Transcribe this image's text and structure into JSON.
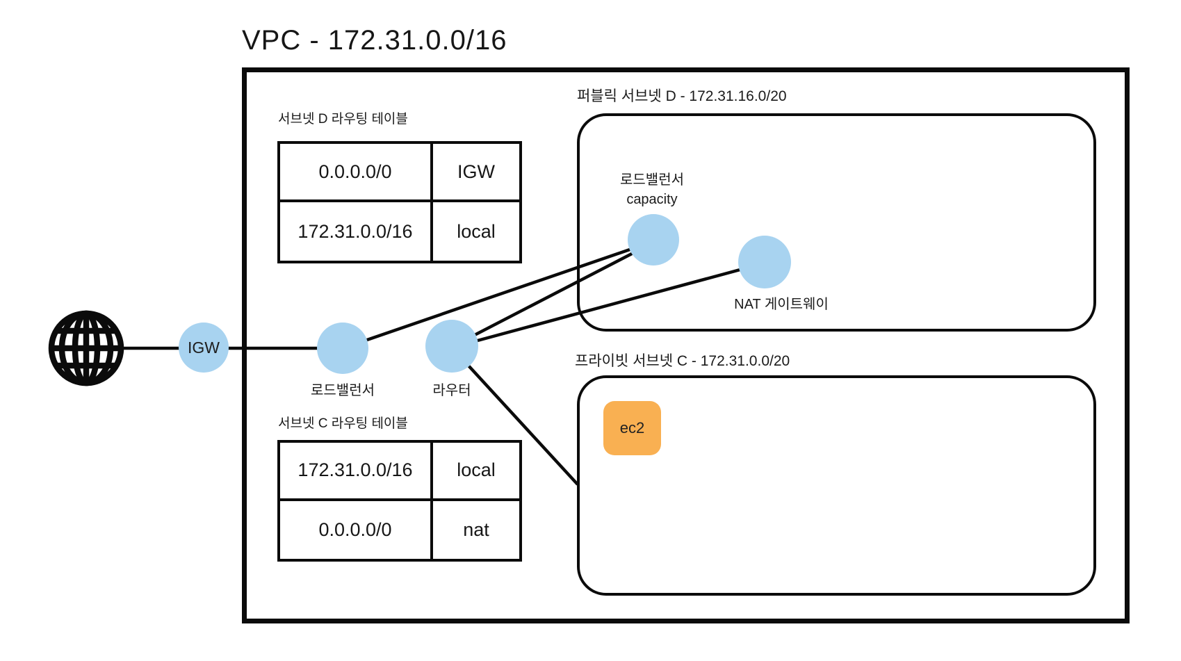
{
  "diagram": {
    "title": "VPC - 172.31.0.0/16",
    "colors": {
      "node_blue": "#A8D3F0",
      "ec2_orange": "#F9B052",
      "line_black": "#0B0B0B"
    },
    "subnets": {
      "public": {
        "label": "퍼블릭 서브넷 D - 172.31.16.0/20"
      },
      "private": {
        "label": "프라이빗 서브넷 C - 172.31.0.0/20"
      }
    },
    "route_tables": {
      "d": {
        "title": "서브넷 D 라우팅 테이블",
        "rows": [
          {
            "destination": "0.0.0.0/0",
            "target": "IGW"
          },
          {
            "destination": "172.31.0.0/16",
            "target": "local"
          }
        ]
      },
      "c": {
        "title": "서브넷 C 라우팅 테이블",
        "rows": [
          {
            "destination": "172.31.0.0/16",
            "target": "local"
          },
          {
            "destination": "0.0.0.0/0",
            "target": "nat"
          }
        ]
      }
    },
    "nodes": {
      "internet": {
        "icon": "globe-icon"
      },
      "igw": {
        "label": "IGW"
      },
      "load_balancer": {
        "label": "로드밸런서"
      },
      "router": {
        "label": "라우터"
      },
      "lb_capacity": {
        "label_line1": "로드밸런서",
        "label_line2": "capacity"
      },
      "nat_gateway": {
        "label": "NAT 게이트웨이"
      },
      "ec2": {
        "label": "ec2"
      }
    },
    "edges": [
      {
        "from": "internet",
        "to": "igw"
      },
      {
        "from": "igw",
        "to": "load_balancer"
      },
      {
        "from": "load_balancer",
        "to": "lb_capacity"
      },
      {
        "from": "router",
        "to": "lb_capacity"
      },
      {
        "from": "router",
        "to": "nat_gateway"
      },
      {
        "from": "router",
        "to": "private_subnet"
      }
    ]
  }
}
